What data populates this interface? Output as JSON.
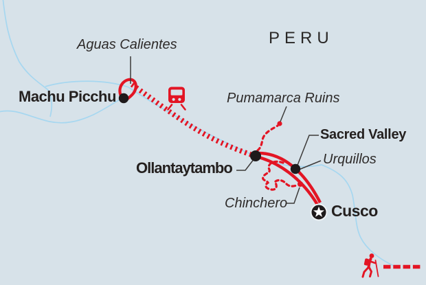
{
  "map": {
    "country": "PERU",
    "places": {
      "machu_picchu": {
        "label": "Machu Picchu",
        "marker": "dot"
      },
      "aguas_calientes": {
        "label": "Aguas Calientes"
      },
      "pumamarca_ruins": {
        "label": "Pumamarca Ruins"
      },
      "ollantaytambo": {
        "label": "Ollantaytambo",
        "marker": "dot"
      },
      "sacred_valley": {
        "label": "Sacred Valley"
      },
      "urquillos": {
        "label": "Urquillos",
        "marker": "dot"
      },
      "chinchero": {
        "label": "Chinchero"
      },
      "cusco": {
        "label": "Cusco",
        "marker": "star"
      }
    },
    "routes": {
      "train_route": "Machu Picchu - Ollantaytambo (rail)",
      "road_route": "Ollantaytambo - Urquillos - Cusco (double line)",
      "trek_pumamarca": "Ollantaytambo - Pumamarca Ruins (dashed trek)",
      "trek_chinchero": "Chinchero loop (dashed trek)"
    },
    "legend": {
      "trek_symbol": "hiker with dashed line"
    },
    "colors": {
      "background": "#d7e2e9",
      "river_blue": "#a6d7f0",
      "route_red": "#e31524",
      "text_dark": "#24201f",
      "marker_black": "#1e1a1b"
    }
  }
}
